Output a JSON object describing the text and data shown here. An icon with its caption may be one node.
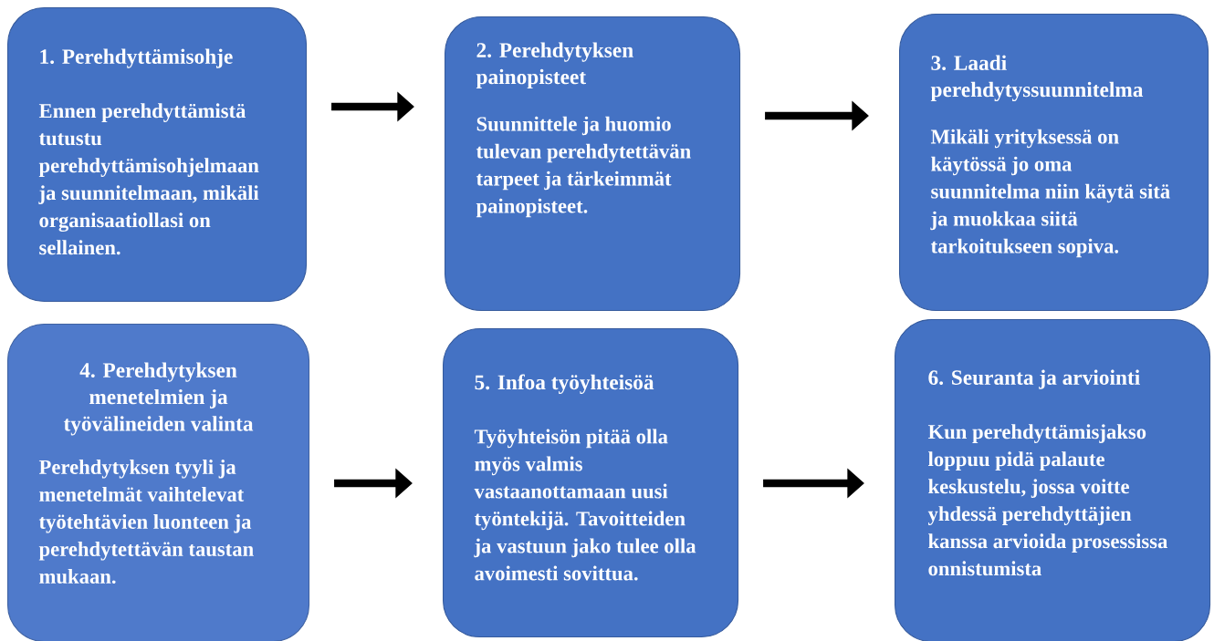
{
  "diagram": {
    "nodes": [
      {
        "text": [
          "1. Perehdyttämisohje",
          "Ennen perehdyttämistä tutustu perehdyttämisohjelmaan ja suunnitelmaan, mikäli organisaatiollasi on sellainen."
        ]
      },
      {
        "text": [
          "2. Perehdytyksen painopisteet",
          "Suunnittele ja huomio tulevan perehdytettävän tarpeet ja tärkeimmät painopisteet."
        ]
      },
      {
        "text": [
          "3. Laadi perehdytyssuunnitelma",
          "Mikäli yrityksessä on käytössä jo oma suunnitelma niin käytä sitä ja muokkaa siitä tarkoitukseen sopiva."
        ]
      },
      {
        "text": [
          "4. Perehdytyksen menetelmien ja työvälineiden valinta",
          "Perehdytyksen tyyli ja menetelmät vaihtelevat työtehtävien luonteen ja perehdytettävän taustan mukaan."
        ]
      },
      {
        "text": [
          "5. Infoa työyhteisöä",
          "Työyhteisön pitää olla myös valmis vastaanottamaan uusi työntekijä. Tavoitteiden ja vastuun jako tulee olla avoimesti sovittua."
        ]
      },
      {
        "text": [
          "6. Seuranta ja arviointi",
          "Kun perehdyttämisjakso loppuu pidä palaute keskustelu, jossa voitte yhdessä perehdyttäjien kanssa arvioida prosessissa onnistumista"
        ]
      }
    ],
    "edges": [
      {
        "from": 0,
        "to": 1,
        "arrow": "to"
      },
      {
        "from": 1,
        "to": 2,
        "arrow": "to"
      },
      {
        "from": 3,
        "to": 4,
        "arrow": "to"
      },
      {
        "from": 4,
        "to": 5,
        "arrow": "to"
      }
    ]
  }
}
